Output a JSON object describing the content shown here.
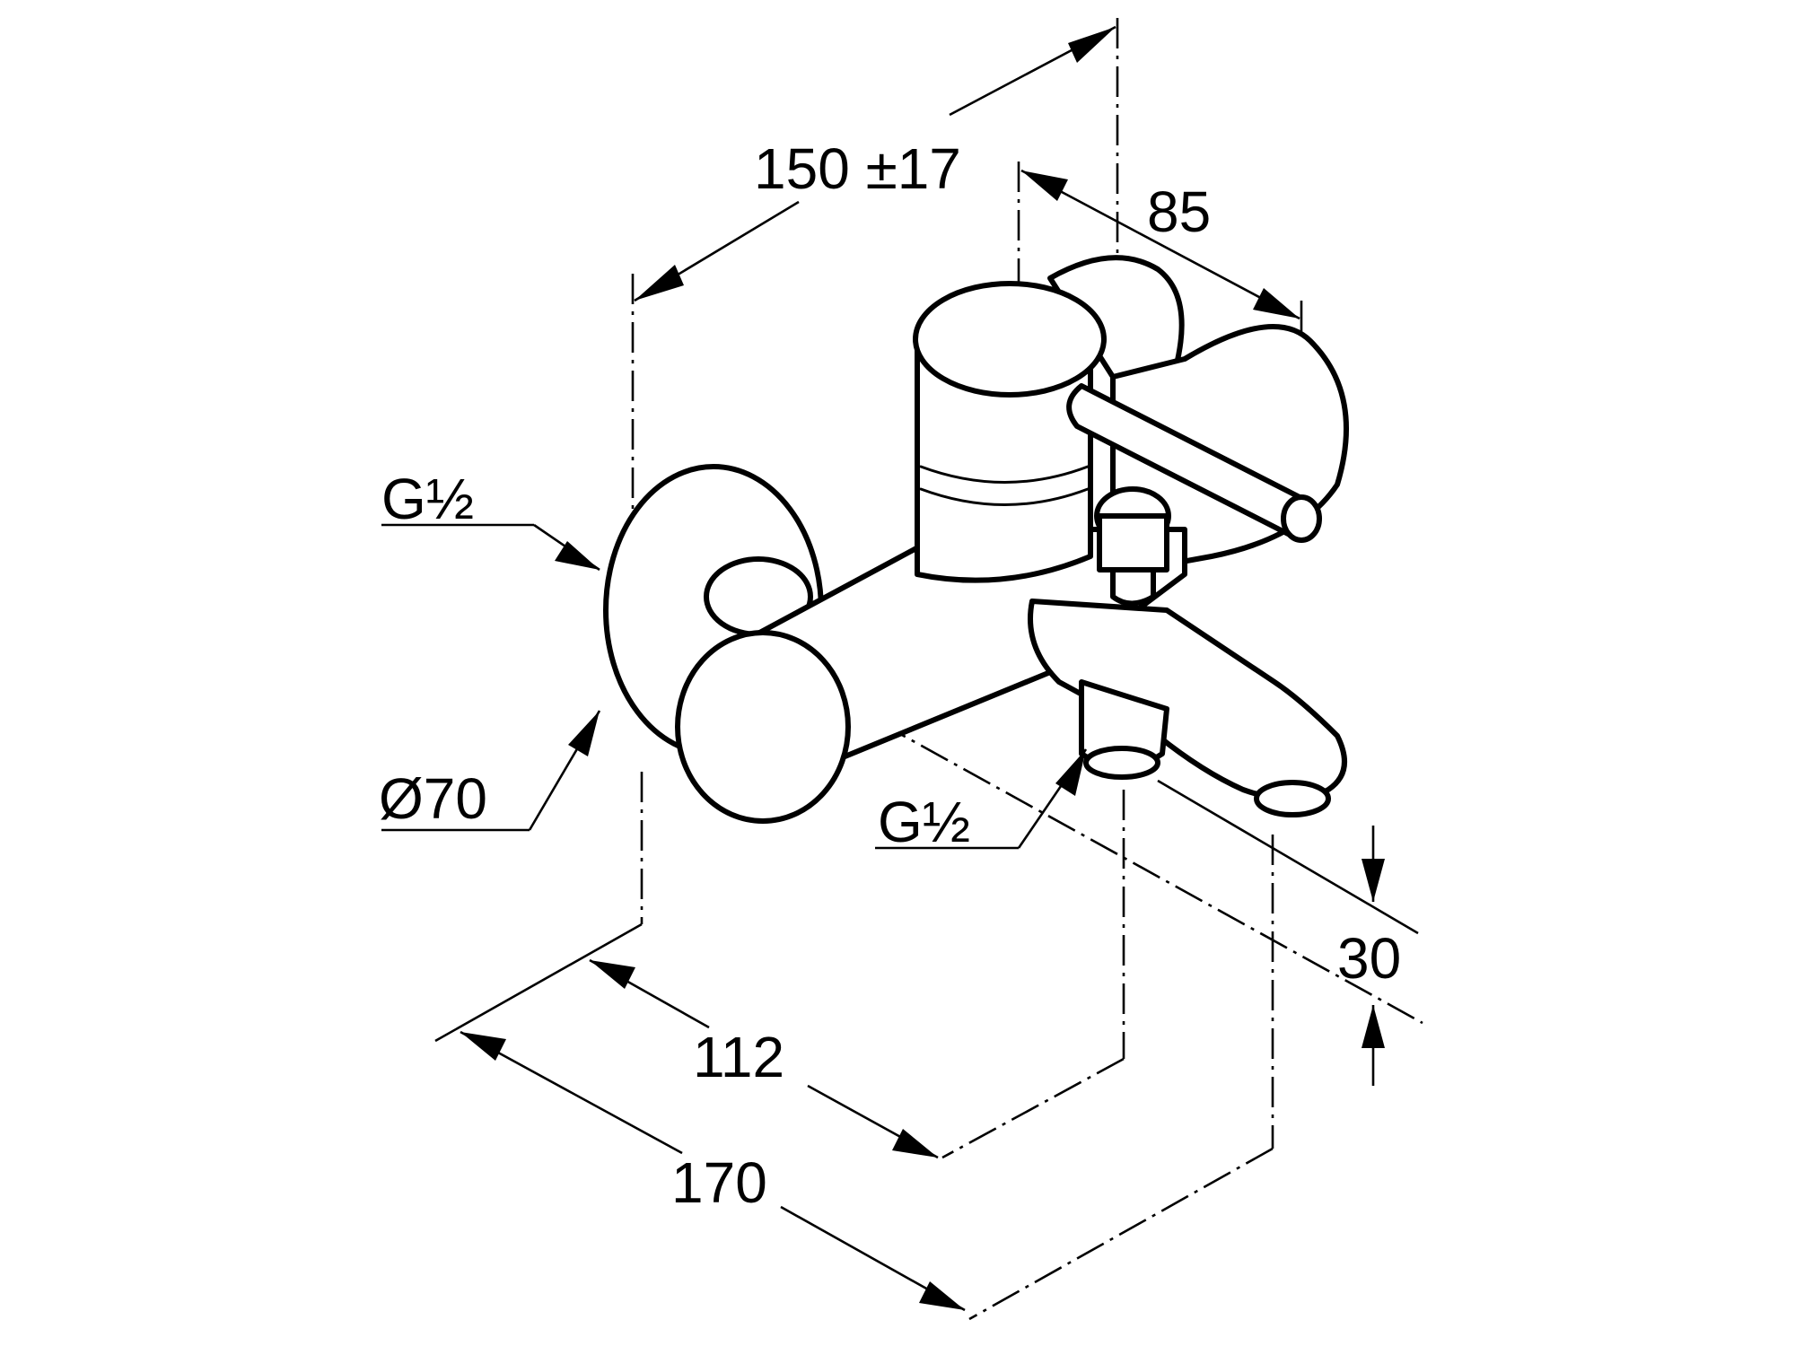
{
  "drawing": {
    "dimensions": {
      "width_range": "150 ±17",
      "lever_depth": "85",
      "outlet_thread": "G½",
      "inlet_thread": "G½",
      "rosette_diameter": "Ø70",
      "outlet_height": "30",
      "depth_to_outlet": "112",
      "depth_to_spout": "170"
    },
    "colors": {
      "line": "#000000",
      "background": "#ffffff"
    }
  }
}
